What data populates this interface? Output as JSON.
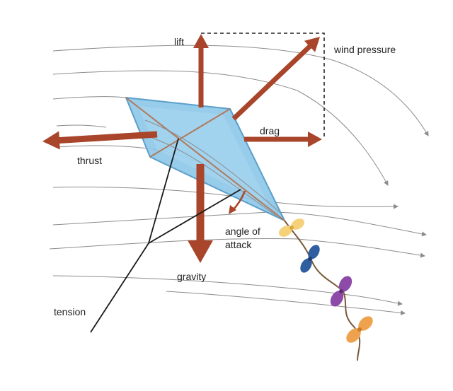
{
  "labels": {
    "lift": "lift",
    "wind_pressure": "wind pressure",
    "drag": "drag",
    "thrust": "thrust",
    "angle_of_attack_line1": "angle of",
    "angle_of_attack_line2": "attack",
    "gravity": "gravity",
    "tension": "tension"
  },
  "colors": {
    "force_arrow": "#a8452b",
    "kite_fill": "#8cc6e8",
    "kite_edge": "#5b9fcb",
    "kite_spar": "#b07a5a",
    "airflow": "#8c8c8c",
    "dashed_box": "#222222",
    "string": "#1a1a1a",
    "tail_string": "#7a5a3a",
    "bow_yellow": "#f5d27a",
    "bow_blue": "#2f5fa0",
    "bow_purple": "#8d4aa8",
    "bow_orange": "#eea24d"
  }
}
